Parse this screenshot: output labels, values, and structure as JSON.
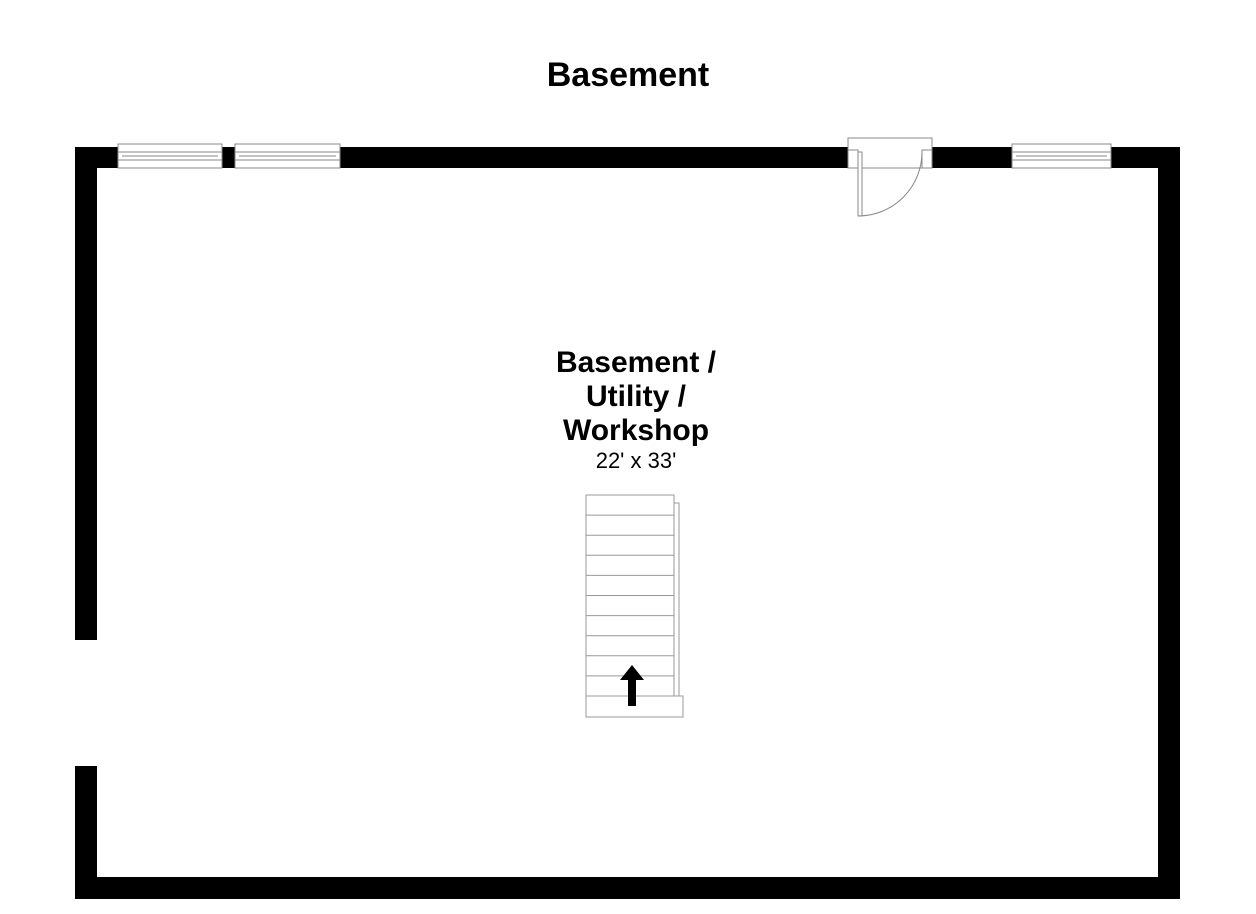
{
  "floor": {
    "title": "Basement"
  },
  "room": {
    "name_lines": [
      "Basement /",
      "Utility /",
      "Workshop"
    ],
    "dimensions": "22' x 33'"
  },
  "stairs": {
    "tread_count": 10,
    "direction": "up",
    "arrow_icon": "arrow-up-icon"
  },
  "colors": {
    "wall": "#000000",
    "fixture_stroke": "#999999",
    "background": "#ffffff"
  }
}
